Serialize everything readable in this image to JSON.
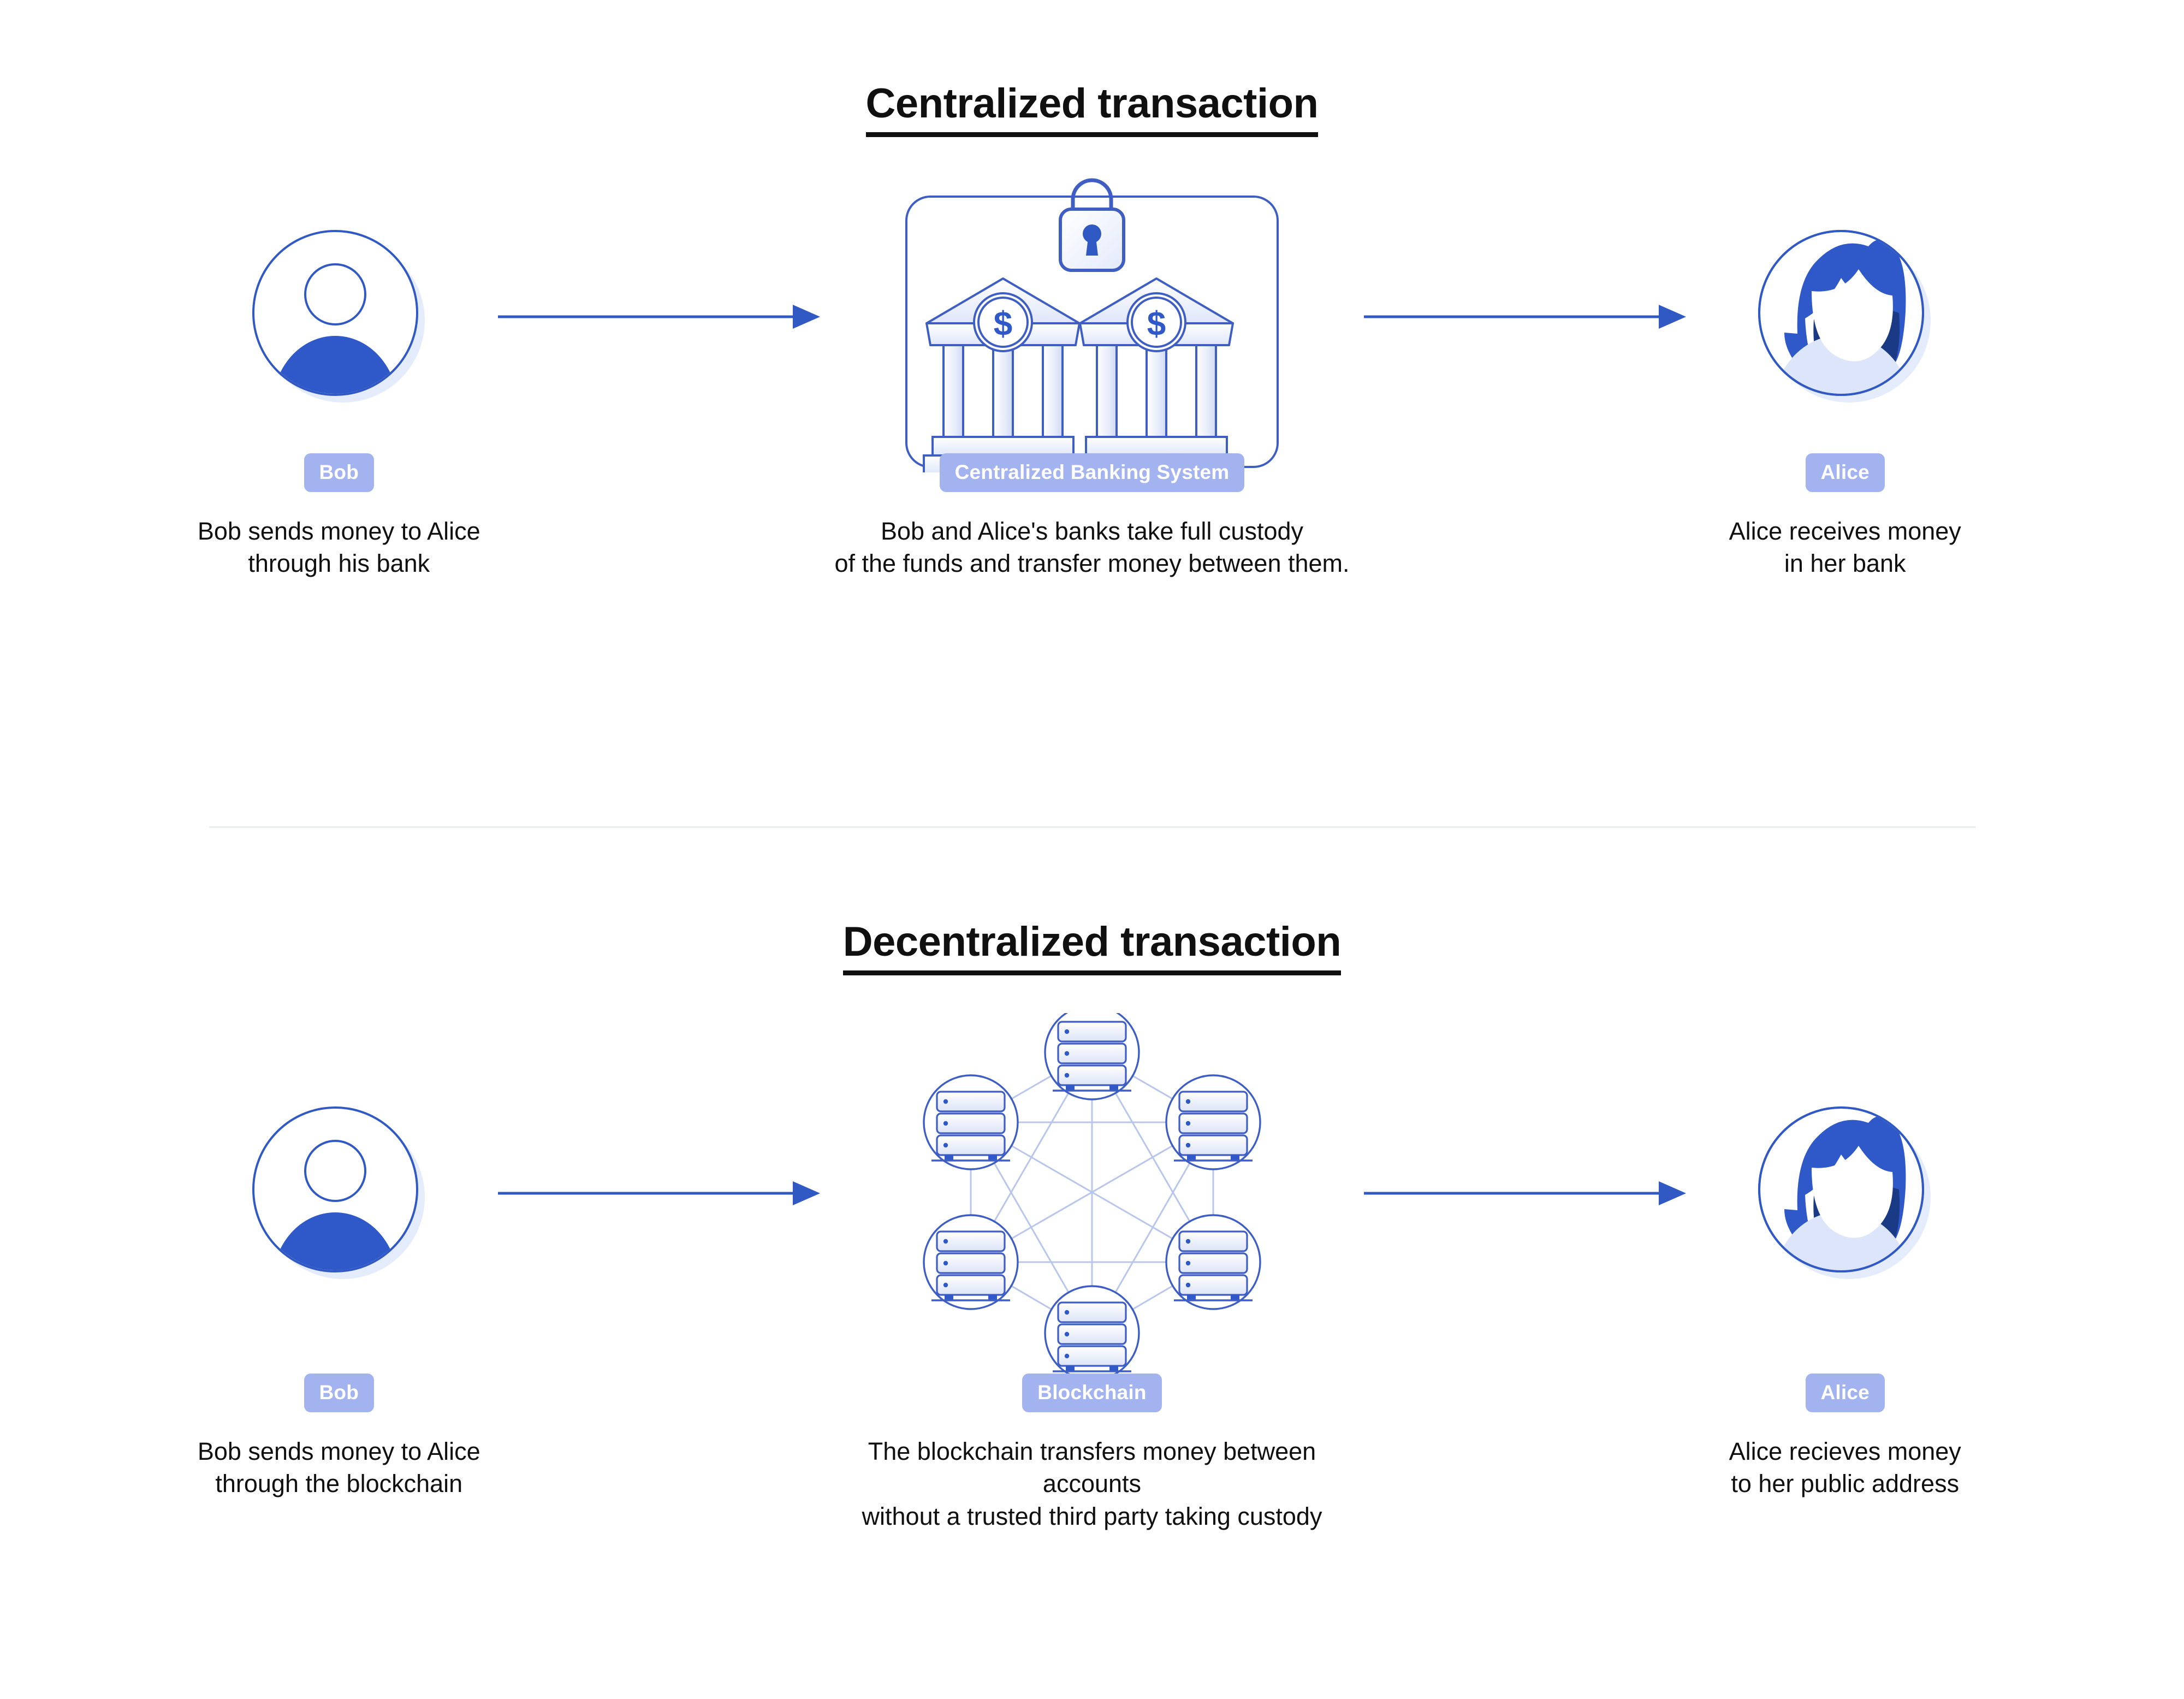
{
  "colors": {
    "accent_blue": "#3059c4",
    "badge_bg": "#a3b3ef",
    "badge_text": "#ffffff",
    "icon_stroke": "#3e5ec4",
    "icon_fill_light": "#f2f5fd",
    "icon_fill_mid": "#dde4f8",
    "avatar_shadow": "#e2e9fb",
    "hair_blue": "#3059c4",
    "hair_dark": "#1b3a86",
    "divider": "#eceef2",
    "title_text": "#101010",
    "mesh_line": "#b9c6ec"
  },
  "sections": [
    {
      "id": "centralized",
      "title": "Centralized transaction",
      "columns": [
        {
          "id": "bob",
          "icon": "person-avatar-male",
          "badge": "Bob",
          "caption": "Bob sends money to Alice\nthrough his bank"
        },
        {
          "id": "banks",
          "icon": "centralized-bank-box",
          "badge": "Centralized Banking System",
          "caption": "Bob and Alice's banks take full custody\nof the funds and transfer money between them."
        },
        {
          "id": "alice",
          "icon": "person-avatar-female",
          "badge": "Alice",
          "caption": "Alice receives money\nin her bank"
        }
      ],
      "arrows": 2
    },
    {
      "id": "decentralized",
      "title": "Decentralized transaction",
      "columns": [
        {
          "id": "bob",
          "icon": "person-avatar-male",
          "badge": "Bob",
          "caption": "Bob sends money to Alice\nthrough the blockchain"
        },
        {
          "id": "blockchain",
          "icon": "blockchain-node-mesh",
          "badge": "Blockchain",
          "caption": "The blockchain transfers money between accounts\nwithout a trusted third party taking custody"
        },
        {
          "id": "alice",
          "icon": "person-avatar-female",
          "badge": "Alice",
          "caption": "Alice recieves money\nto her public address"
        }
      ],
      "arrows": 2
    }
  ]
}
